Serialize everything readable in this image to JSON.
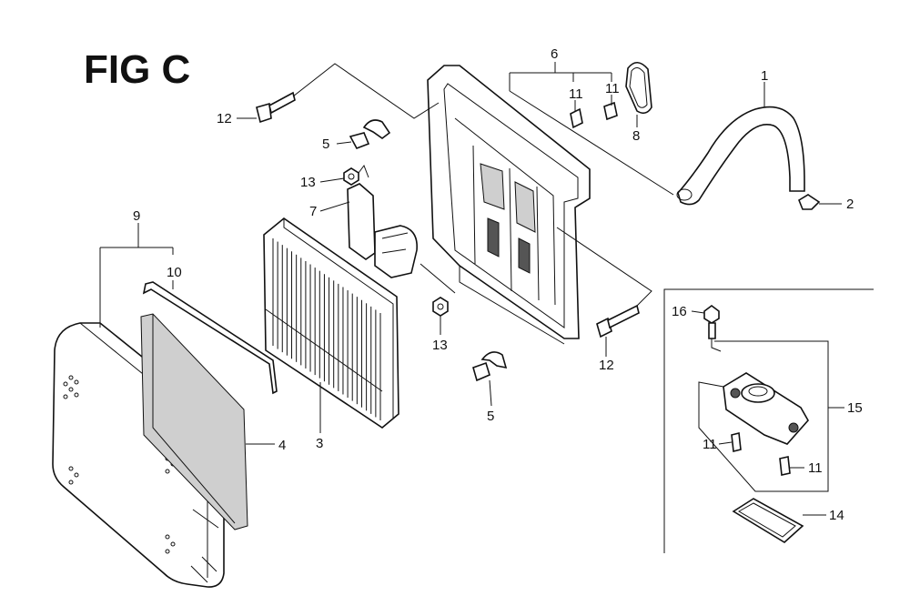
{
  "figure": {
    "title": "FIG C"
  },
  "callouts": [
    {
      "id": "1",
      "label": "1"
    },
    {
      "id": "2",
      "label": "2"
    },
    {
      "id": "3",
      "label": "3"
    },
    {
      "id": "4",
      "label": "4"
    },
    {
      "id": "5a",
      "label": "5"
    },
    {
      "id": "5b",
      "label": "5"
    },
    {
      "id": "6",
      "label": "6"
    },
    {
      "id": "7",
      "label": "7"
    },
    {
      "id": "8",
      "label": "8"
    },
    {
      "id": "9",
      "label": "9"
    },
    {
      "id": "10",
      "label": "10"
    },
    {
      "id": "11a",
      "label": "11"
    },
    {
      "id": "11b",
      "label": "11"
    },
    {
      "id": "11c",
      "label": "11"
    },
    {
      "id": "11d",
      "label": "11"
    },
    {
      "id": "12a",
      "label": "12"
    },
    {
      "id": "12b",
      "label": "12"
    },
    {
      "id": "13a",
      "label": "13"
    },
    {
      "id": "13b",
      "label": "13"
    },
    {
      "id": "14",
      "label": "14"
    },
    {
      "id": "15",
      "label": "15"
    },
    {
      "id": "16",
      "label": "16"
    }
  ]
}
